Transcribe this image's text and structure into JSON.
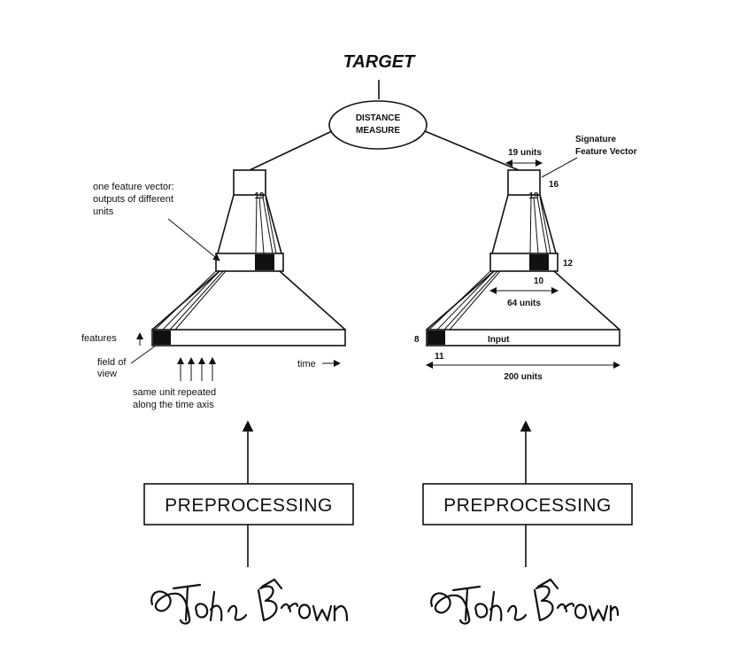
{
  "title": "TARGET",
  "distance_measure": [
    "DISTANCE",
    "MEASURE"
  ],
  "left": {
    "callout": [
      "one feature vector:",
      "outputs of different",
      "units"
    ],
    "features": "features",
    "field_of_view": [
      "field of",
      "view"
    ],
    "time": "time",
    "same_unit": [
      "same unit repeated",
      "along the time axis"
    ],
    "top_num": "19",
    "preprocessing": "PREPROCESSING",
    "signature": "John Brown"
  },
  "right": {
    "units_19": "19 units",
    "signature_feature_vector": [
      "Signature",
      "Feature Vector"
    ],
    "num_16": "16",
    "top_num": "19",
    "num_12": "12",
    "num_10": "10",
    "units_64": "64 units",
    "num_8": "8",
    "input": "Input",
    "num_11": "11",
    "units_200": "200 units",
    "preprocessing": "PREPROCESSING",
    "signature": "John Brown"
  }
}
